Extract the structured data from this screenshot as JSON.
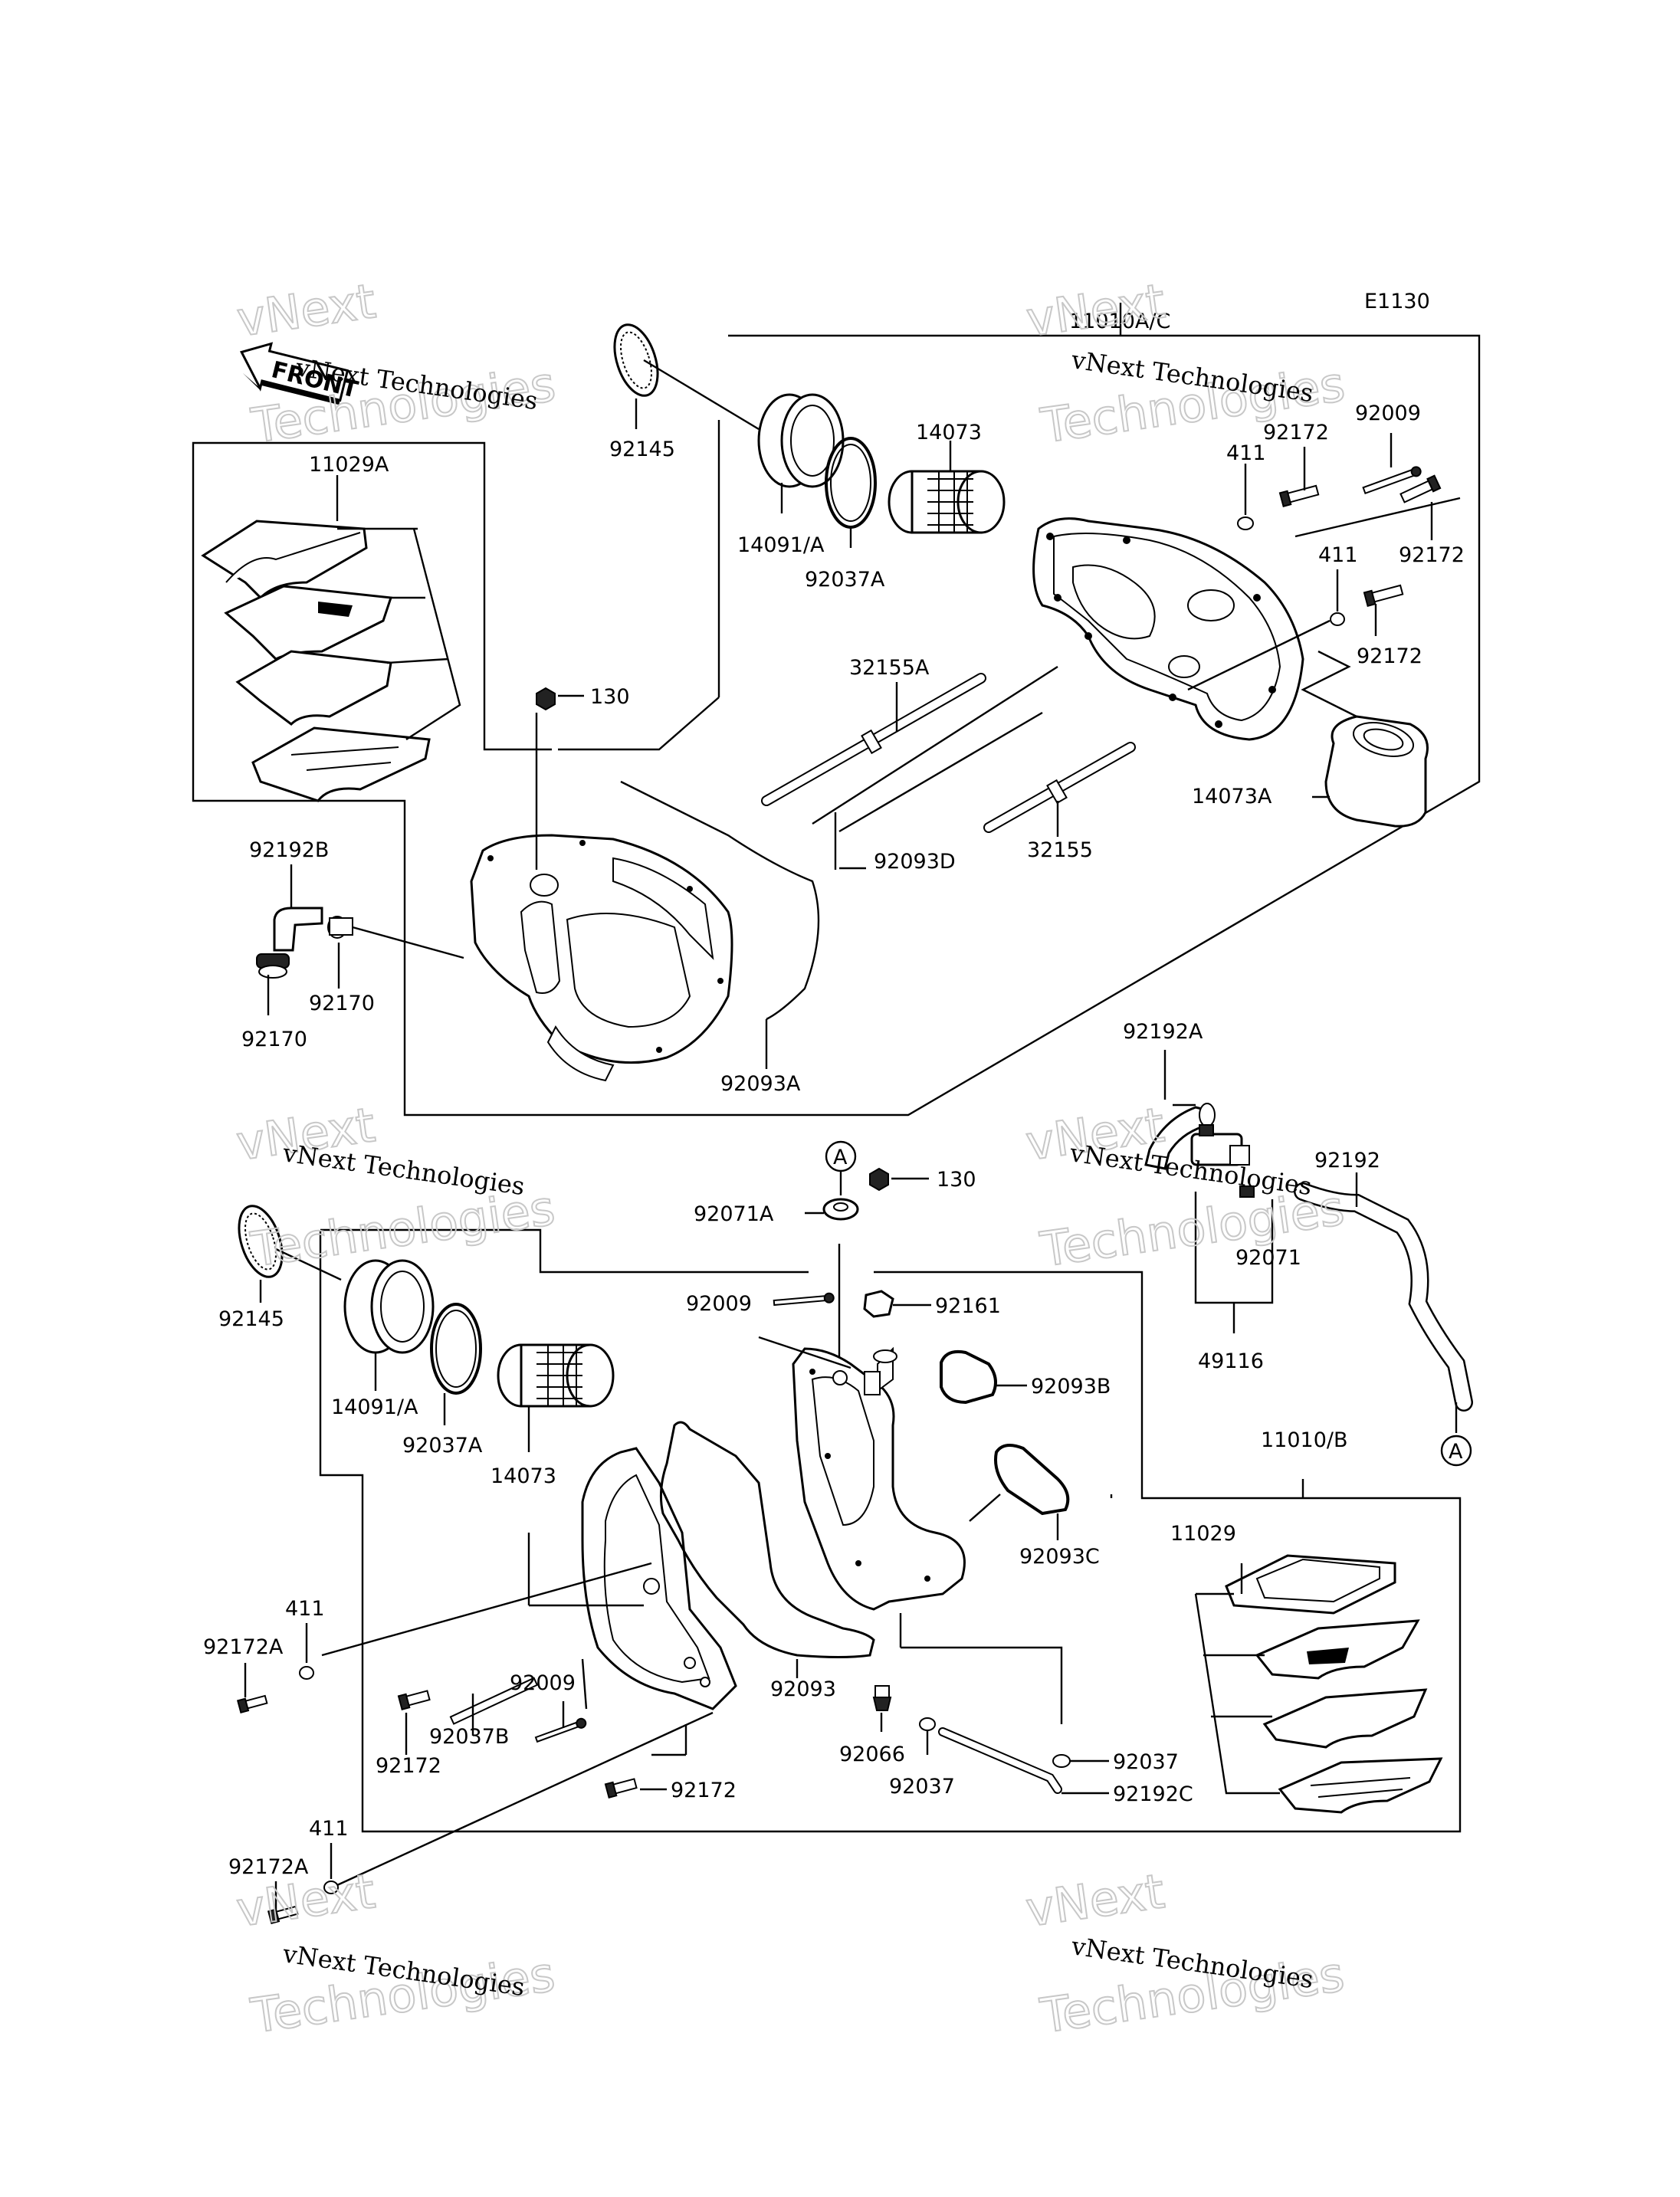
{
  "diagram_code": "E1130",
  "front_arrow_label": "FRONT",
  "watermark": {
    "line1": "vNext Technologies",
    "line2": "Technologies",
    "line0": "vNext"
  },
  "part_labels": {
    "p11010AC": "11010A/C",
    "p92145_top": "92145",
    "p14073_top": "14073",
    "p92172_t1": "92172",
    "p92009_top": "92009",
    "p411_t1": "411",
    "p14091A_top": "14091/A",
    "p92037A_top": "92037A",
    "p92172_t2": "92172",
    "p411_t2": "411",
    "p92172_t3": "92172",
    "p11029A": "11029A",
    "p130_top": "130",
    "p32155A": "32155A",
    "p14073A": "14073A",
    "p92093D": "92093D",
    "p32155": "32155",
    "p92192B": "92192B",
    "p92170_a": "92170",
    "p92170_b": "92170",
    "p92093A": "92093A",
    "p92192A": "92192A",
    "pA_mid": "A",
    "p130_mid": "130",
    "p92192": "92192",
    "p92071A": "92071A",
    "p92071": "92071",
    "p92145_bot": "92145",
    "p92009_mid": "92009",
    "p92161": "92161",
    "p49116": "49116",
    "p92093B": "92093B",
    "p14091A_bot": "14091/A",
    "p92037A_bot": "92037A",
    "p14073_bot": "14073",
    "p92093C": "92093C",
    "pA_right": "A",
    "p11010B": "11010/B",
    "p11029": "11029",
    "p411_b1": "411",
    "p92172A_1": "92172A",
    "p92009_bot": "92009",
    "p92093": "92093",
    "p92037B": "92037B",
    "p92172_b1": "92172",
    "p92066": "92066",
    "p92037_a": "92037",
    "p92037_b": "92037",
    "p92172_b2": "92172",
    "p92192C": "92192C",
    "p411_b2": "411",
    "p92172A_2": "92172A"
  }
}
